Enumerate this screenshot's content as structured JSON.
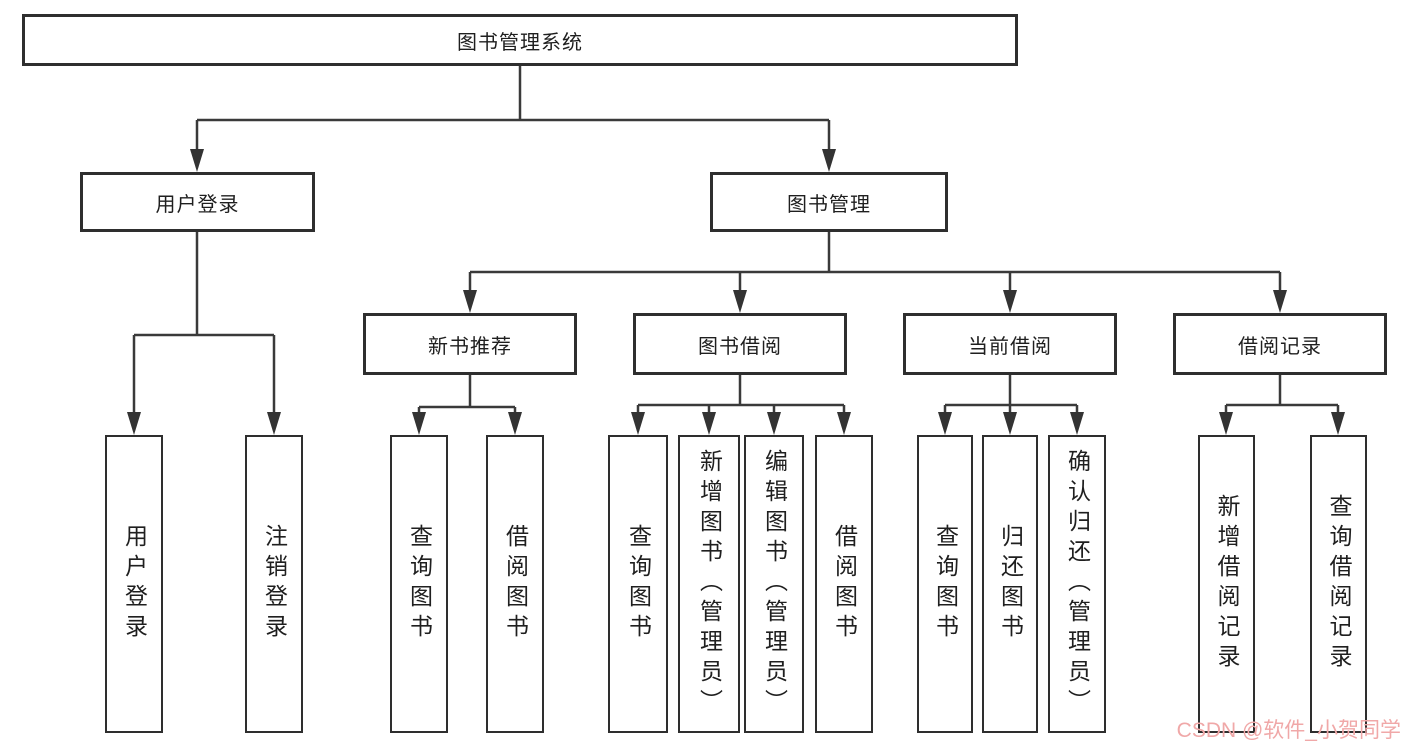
{
  "diagram": {
    "title": "图书管理系统",
    "nodes": {
      "root": {
        "label": "图书管理系统"
      },
      "user_login": {
        "label": "用户登录"
      },
      "book_mgmt": {
        "label": "图书管理"
      },
      "new_book_rec": {
        "label": "新书推荐"
      },
      "book_borrow": {
        "label": "图书借阅"
      },
      "current_borrow": {
        "label": "当前借阅"
      },
      "borrow_record": {
        "label": "借阅记录"
      },
      "leaf_user_login": {
        "label": "用户登录"
      },
      "leaf_logout": {
        "label": "注销登录"
      },
      "leaf_query_book_1": {
        "label": "查询图书"
      },
      "leaf_borrow_book_1": {
        "label": "借阅图书"
      },
      "leaf_query_book_2": {
        "label": "查询图书"
      },
      "leaf_add_book": {
        "label": "新增图书（管理员）"
      },
      "leaf_edit_book": {
        "label": "编辑图书（管理员）"
      },
      "leaf_borrow_book_2": {
        "label": "借阅图书"
      },
      "leaf_query_book_3": {
        "label": "查询图书"
      },
      "leaf_return_book": {
        "label": "归还图书"
      },
      "leaf_confirm_return": {
        "label": "确认归还（管理员）"
      },
      "leaf_add_record": {
        "label": "新增借阅记录"
      },
      "leaf_query_record": {
        "label": "查询借阅记录"
      }
    },
    "colors": {
      "background": "#ffffff",
      "box_border": "#2e2e2e",
      "text": "#1f1f1f",
      "connector": "#3a3a3a",
      "watermark": "#f0a8a8"
    },
    "watermark": "CSDN @软件_小贺同学"
  }
}
